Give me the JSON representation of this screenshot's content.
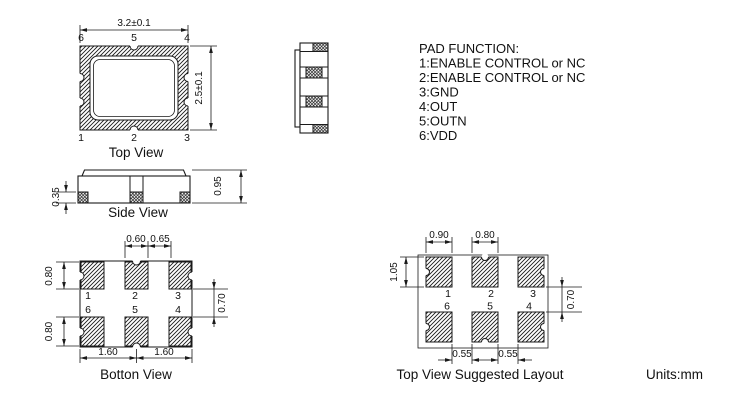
{
  "units_label": "Units:mm",
  "pad_function": {
    "title": "PAD FUNCTION:",
    "items": [
      "1:ENABLE CONTROL or NC",
      "2:ENABLE CONTROL or NC",
      "3:GND",
      "4:OUT",
      "5:OUTN",
      "6:VDD"
    ]
  },
  "top_view": {
    "label": "Top View",
    "dim_width": "3.2±0.1",
    "dim_height": "2.5±0.1",
    "pins_top": [
      "6",
      "5",
      "4"
    ],
    "pins_bottom": [
      "1",
      "2",
      "3"
    ]
  },
  "side_view": {
    "label": "Side View",
    "dim_pad_thickness": "0.35",
    "dim_total_height": "0.95"
  },
  "bottom_view": {
    "label": "Botton View",
    "dim_center_pad_width": "0.60",
    "dim_pad_gap": "0.65",
    "dim_pad_height_top": "0.80",
    "dim_pad_height_bottom": "0.80",
    "dim_row_gap": "0.70",
    "dim_pitch_left": "1.60",
    "dim_pitch_right": "1.60",
    "pins_row1": [
      "1",
      "2",
      "3"
    ],
    "pins_row2": [
      "6",
      "5",
      "4"
    ]
  },
  "suggested_layout": {
    "label": "Top View Suggested Layout",
    "dim_outer_pad_width": "0.90",
    "dim_center_pad_width": "0.80",
    "dim_pad_height": "1.05",
    "dim_row_gap": "0.70",
    "dim_gap_left": "0.55",
    "dim_gap_right": "0.55",
    "pins_row1": [
      "1",
      "2",
      "3"
    ],
    "pins_row2": [
      "6",
      "5",
      "4"
    ]
  }
}
